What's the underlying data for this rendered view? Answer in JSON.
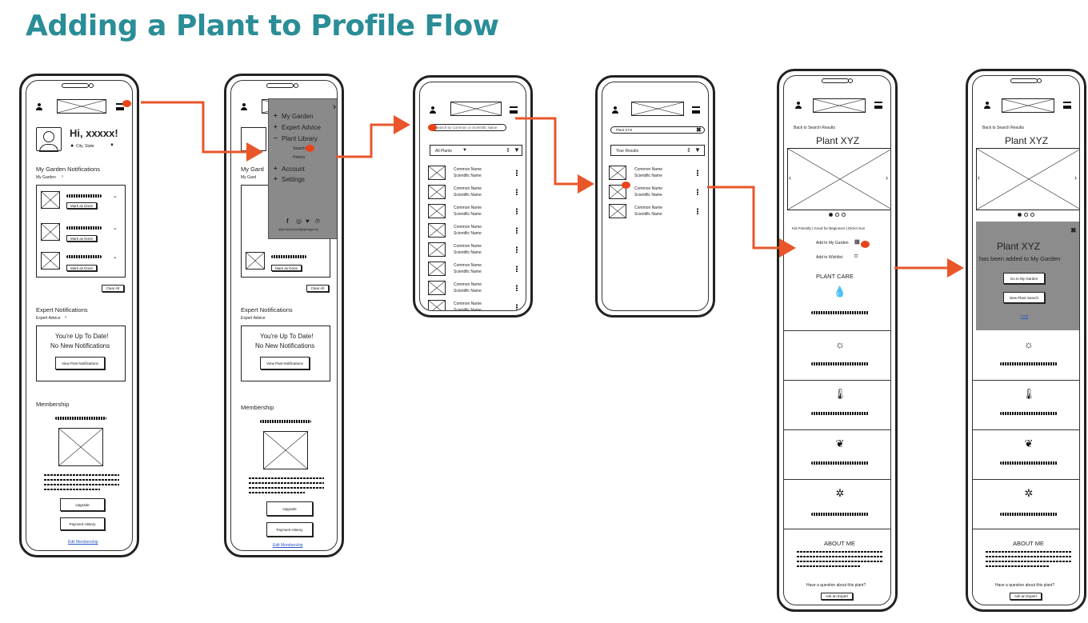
{
  "title": "Adding a Plant to Profile Flow",
  "icons": {
    "user": "user-icon",
    "menu": "hamburger-menu-icon",
    "logo": "logo-placeholder",
    "pin": "location-pin-icon",
    "close": "close-icon",
    "filter": "filter-icon",
    "sort": "sort-icon",
    "more": "more-vertical-icon",
    "plus": "plus-icon",
    "bookmark": "bookmark-icon",
    "water": "water-drop-icon",
    "sun": "sun-icon",
    "temp": "thermometer-icon",
    "leaf": "leaf-icon",
    "bug": "bug-icon",
    "twitter": "twitter-icon",
    "facebook": "facebook-icon",
    "instagram": "instagram-icon",
    "pinterest": "pinterest-icon"
  },
  "colors": {
    "title": "#2a8d97",
    "arrow": "#e8562a",
    "hotspot": "#e8441a",
    "overlay": "#8a8a8a"
  },
  "screen1": {
    "greeting": "Hi, xxxxx!",
    "location": "City, State",
    "garden_heading": "My Garden Notifications",
    "garden_link": "My Garden",
    "mark_done": "Mark as Done",
    "clear_all": "Clear All",
    "expert_heading": "Expert Notifications",
    "expert_link": "Expert Advice",
    "uptodate1": "You're Up To Date!",
    "uptodate2": "No New Notifications",
    "view_past": "View Past Notifications",
    "membership": "Membership",
    "upgrade": "Upgrade",
    "payment_history": "Payment History",
    "edit_membership": "Edit Membership"
  },
  "screen2": {
    "menu_items": [
      "My Garden",
      "Expert Advice",
      "Plant Library",
      "Account",
      "Settings"
    ],
    "sub_items": [
      "Search",
      "History"
    ],
    "social_handle": "@pertyuiopasdfghjertyjperty",
    "garden_heading_partial": "My Gard",
    "garden_link_partial": "My Gard",
    "payment_history": "Payment History"
  },
  "screen3": {
    "search_placeholder": "Search by Common or Scientific Name",
    "filter_label": "All Plants",
    "common": "Common Name",
    "scientific": "Scientific Name"
  },
  "screen4": {
    "search_value": "Plant XYZ",
    "filter_label": "Your Results"
  },
  "screen5": {
    "back": "Back to Search Results",
    "plant_name": "Plant XYZ",
    "tags": "Kid Friendly   |   Good for Beginners   |   Direct Sun",
    "add_garden": "Add to My Garden",
    "add_wishlist": "Add to Wishlist",
    "plant_care": "PLANT CARE",
    "about_me": "ABOUT ME",
    "question": "Have a question about this plant?",
    "ask_expert": "Ask an Expert"
  },
  "screen6": {
    "popup_title": "Plant XYZ",
    "popup_sub": "has been added to My Garden",
    "go_garden": "Go to My Garden",
    "new_search": "New Plant Search",
    "link": "Link"
  }
}
